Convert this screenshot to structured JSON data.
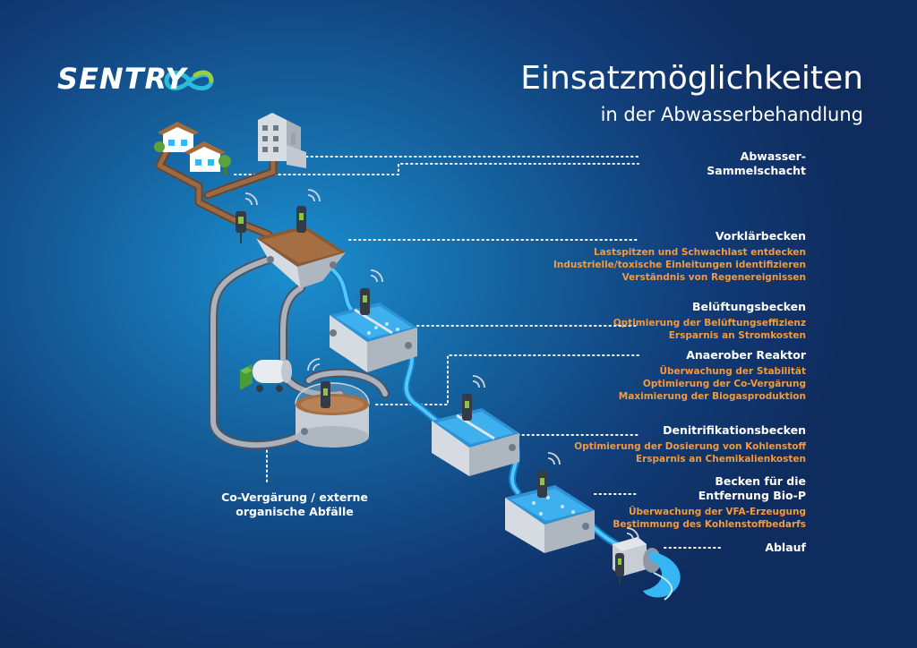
{
  "header": {
    "logo_text": "SENTRY",
    "logo_icon": "infinity-icon",
    "title": "Einsatzmöglichkeiten",
    "subtitle": "in der Abwasserbehandlung"
  },
  "stages": [
    {
      "title": [
        "Abwasser-",
        "Sammelschacht"
      ],
      "benefits": []
    },
    {
      "title": [
        "Vorklärbecken"
      ],
      "benefits": [
        "Lastspitzen und Schwachlast entdecken",
        "Industrielle/toxische Einleitungen identifizieren",
        "Verständnis von Regenereignissen"
      ]
    },
    {
      "title": [
        "Belüftungsbecken"
      ],
      "benefits": [
        "Optimierung der Belüftungseffizienz",
        "Ersparnis an Stromkosten"
      ]
    },
    {
      "title": [
        "Anaerober Reaktor"
      ],
      "benefits": [
        "Überwachung der Stabilität",
        "Optimierung der Co-Vergärung",
        "Maximierung der Biogasproduktion"
      ]
    },
    {
      "title": [
        "Denitrifikationsbecken"
      ],
      "benefits": [
        "Optimierung der Dosierung von Kohlenstoff",
        "Ersparnis an Chemikalienkosten"
      ]
    },
    {
      "title": [
        "Becken für die",
        "Entfernung Bio-P"
      ],
      "benefits": [
        "Überwachung der VFA-Erzeugung",
        "Bestimmung des Kohlenstoffbedarfs"
      ]
    },
    {
      "title": [
        "Ablauf"
      ],
      "benefits": []
    }
  ],
  "left_label": [
    "Co-Vergärung / externe",
    "organische Abfälle"
  ],
  "colors": {
    "background": "#113d78",
    "accent_orange": "#f29a3e",
    "water_blue": "#36b6f2",
    "sludge_brown": "#9a6a44",
    "sensor_green": "#8cc63f"
  }
}
